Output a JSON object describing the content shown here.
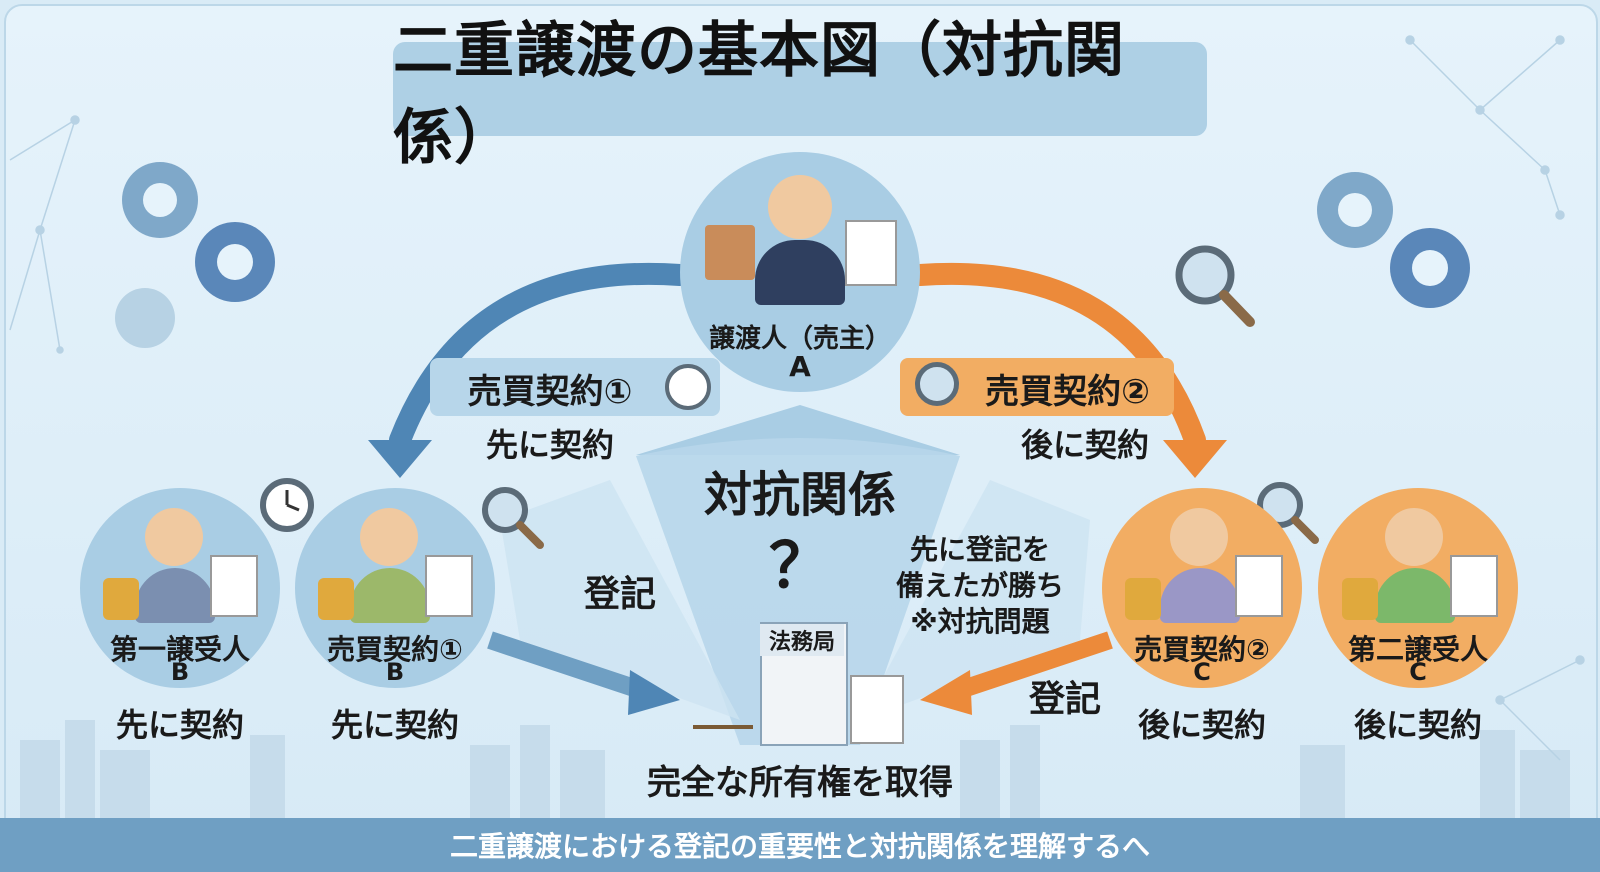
{
  "title": "二重譲渡の基本図（対抗関係）",
  "seller": {
    "label": "譲渡人（売主）",
    "letter": "A"
  },
  "contract1": {
    "label": "売買契約①",
    "sub": "先に契約"
  },
  "contract2": {
    "label": "売買契約②",
    "sub": "後に契約"
  },
  "center": {
    "heading": "対抗関係",
    "mark": "？"
  },
  "left_note": "登記",
  "right_note": {
    "line1": "先に登記を",
    "line2": "備えたが勝ち",
    "line3": "※対抗問題"
  },
  "right_arrow_label": "登記",
  "office": {
    "label": "法務局",
    "result": "完全な所有権を取得"
  },
  "buyers": [
    {
      "label": "第一譲受人",
      "letter": "B",
      "sub": "先に契約"
    },
    {
      "label": "売買契約①",
      "letter": "B",
      "sub": "先に契約"
    },
    {
      "label": "売買契約②",
      "letter": "C",
      "sub": "後に契約"
    },
    {
      "label": "第二譲受人",
      "letter": "C",
      "sub": "後に契約"
    }
  ],
  "footer": "二重譲渡における登記の重要性と対抗関係を理解するへ",
  "colors": {
    "blue_arrow": "#4f86b5",
    "orange_arrow": "#ec8a3a",
    "orange_circle": "#f2ad63",
    "blue_circle": "#a9cde4"
  },
  "icons": [
    "gear-icon",
    "magnifier-icon",
    "clock-icon",
    "scales-icon",
    "building-icon",
    "document-icon",
    "coins-icon",
    "house-icon"
  ]
}
